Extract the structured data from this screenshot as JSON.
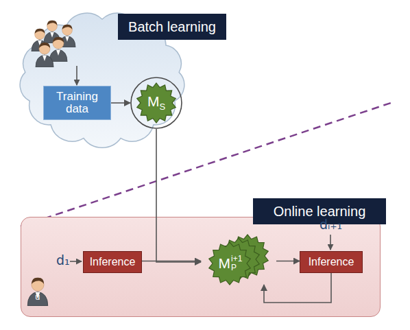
{
  "diagram": {
    "nodes": [
      {
        "text": [
          "Batch learning"
        ]
      },
      {
        "text": [
          "Training data"
        ],
        "in": 0
      },
      {
        "text": [
          "M",
          "S"
        ],
        "in": 0
      },
      {
        "text": [
          "Online learning"
        ]
      },
      {
        "text": [
          "Inference"
        ],
        "in": 3
      },
      {
        "text": [
          "M",
          "P",
          "i+1"
        ],
        "in": 3
      },
      {
        "text": [
          "Inference"
        ],
        "in": 3
      }
    ],
    "edges": [
      {
        "from": 1,
        "to": 2,
        "arrow": "to"
      },
      {
        "from": 2,
        "to": 5,
        "arrow": "to"
      },
      {
        "from": 4,
        "to": 5,
        "arrow": "to"
      },
      {
        "from": 5,
        "to": 6,
        "arrow": "to"
      },
      {
        "from": 6,
        "to": 5,
        "arrow": "to"
      }
    ],
    "labels": [
      "d₁",
      "u",
      "dᵢ₊₁"
    ]
  }
}
